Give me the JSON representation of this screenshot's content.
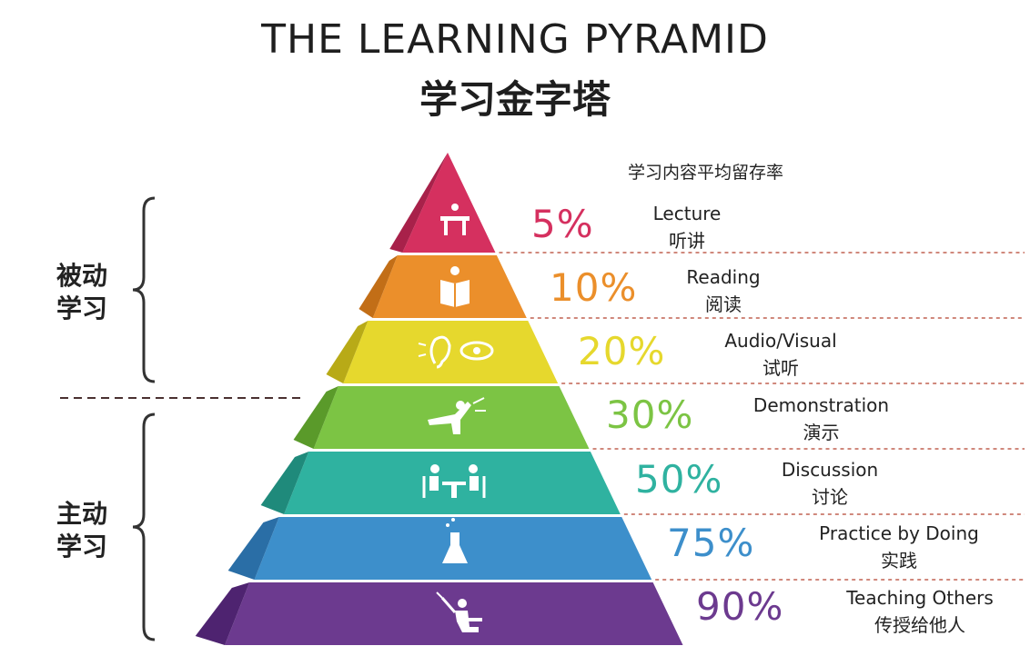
{
  "title": "THE LEARNING PYRAMID",
  "subtitle": "学习金字塔",
  "column_header": "学习内容平均留存率",
  "groups": {
    "passive": "被动\n学习",
    "active": "主动\n学习"
  },
  "levels": [
    {
      "percent": "5%",
      "value": 5,
      "en": "Lecture",
      "zh": "听讲",
      "color": "#d5305f",
      "side_color": "#a8214a",
      "icon": "lecture-podium-icon"
    },
    {
      "percent": "10%",
      "value": 10,
      "en": "Reading",
      "zh": "阅读",
      "color": "#eb8f2b",
      "side_color": "#c26e17",
      "icon": "reading-book-icon"
    },
    {
      "percent": "20%",
      "value": 20,
      "en": "Audio/Visual",
      "zh": "试听",
      "color": "#e6d82d",
      "side_color": "#b8aa17",
      "icon": "ear-eye-icon"
    },
    {
      "percent": "30%",
      "value": 30,
      "en": "Demonstration",
      "zh": "演示",
      "color": "#7cc444",
      "side_color": "#5a9a2a",
      "icon": "demonstration-person-icon"
    },
    {
      "percent": "50%",
      "value": 50,
      "en": "Discussion",
      "zh": "讨论",
      "color": "#2fb2a0",
      "side_color": "#1f8a7b",
      "icon": "discussion-people-icon"
    },
    {
      "percent": "75%",
      "value": 75,
      "en": "Practice by Doing",
      "zh": "实践",
      "color": "#3d8fcb",
      "side_color": "#2a6ea6",
      "icon": "flask-icon"
    },
    {
      "percent": "90%",
      "value": 90,
      "en": "Teaching Others",
      "zh": "传授给他人",
      "color": "#6c3a8f",
      "side_color": "#4e2370",
      "icon": "teacher-pointer-icon"
    }
  ]
}
